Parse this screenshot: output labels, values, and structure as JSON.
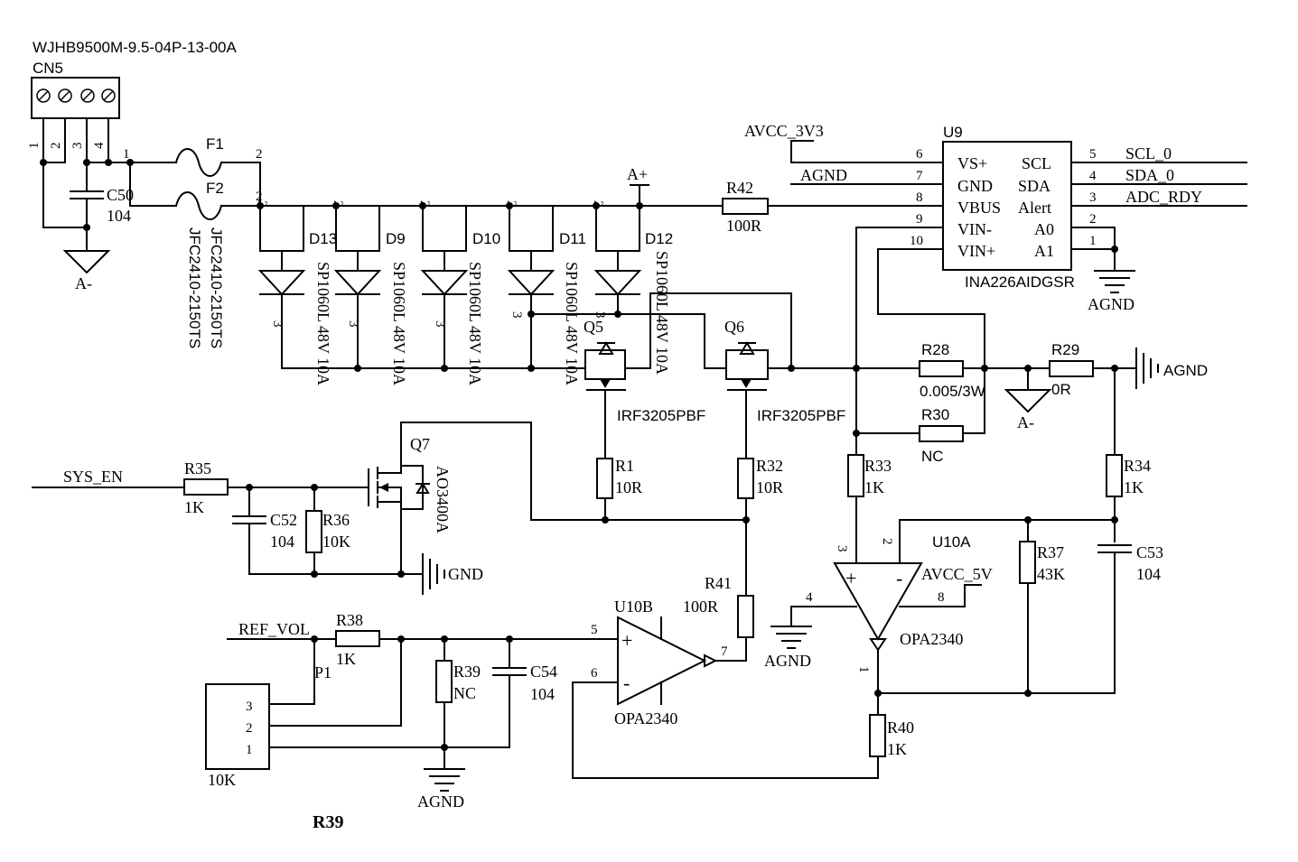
{
  "connector": {
    "part": "WJHB9500M-9.5-04P-13-00A",
    "ref": "CN5",
    "pins": [
      "1",
      "2",
      "3",
      "4"
    ]
  },
  "fuses": {
    "f1": "F1",
    "f2": "F2",
    "f1_part": "JFC2410-2150TS",
    "f2_part": "JFC2410-2150TS",
    "pin1": "1",
    "pin2a": "2",
    "pin2b": "2"
  },
  "cap_c50": {
    "ref": "C50",
    "value": "104"
  },
  "nets": {
    "a_minus_1": "A-",
    "a_minus_2": "A-",
    "a_plus": "A+",
    "avcc_3v3": "AVCC_3V3",
    "agnd_1": "AGND",
    "agnd_2": "AGND",
    "agnd_3": "AGND",
    "agnd_4": "AGND",
    "agnd_5": "AGND",
    "scl": "SCL_0",
    "sda": "SDA_0",
    "adc_rdy": "ADC_RDY",
    "sys_en": "SYS_EN",
    "gnd": "GND",
    "ref_vol": "REF_VOL",
    "avcc_5v": "AVCC_5V"
  },
  "diodes": [
    {
      "ref": "D13",
      "part": "SP1060L 48V 10A",
      "pin": "3"
    },
    {
      "ref": "D9",
      "part": "SP1060L 48V 10A",
      "pin": "3"
    },
    {
      "ref": "D10",
      "part": "SP1060L 48V 10A",
      "pin": "3"
    },
    {
      "ref": "D11",
      "part": "SP1060L 48V 10A",
      "pin": "3"
    },
    {
      "ref": "D12",
      "part": "SP1060L 48V 10A",
      "pin": "3"
    }
  ],
  "diode_pin2": "2",
  "u9": {
    "ref": "U9",
    "part": "INA226AIDGSR",
    "left_pins": [
      {
        "num": "6",
        "name": "VS+"
      },
      {
        "num": "7",
        "name": "GND"
      },
      {
        "num": "8",
        "name": "VBUS"
      },
      {
        "num": "9",
        "name": "VIN-"
      },
      {
        "num": "10",
        "name": "VIN+"
      }
    ],
    "right_pins": [
      {
        "num": "5",
        "name": "SCL"
      },
      {
        "num": "4",
        "name": "SDA"
      },
      {
        "num": "3",
        "name": "Alert"
      },
      {
        "num": "2",
        "name": "A0"
      },
      {
        "num": "1",
        "name": "A1"
      }
    ]
  },
  "r42": {
    "ref": "R42",
    "value": "100R"
  },
  "q5": {
    "ref": "Q5",
    "part": "IRF3205PBF"
  },
  "q6": {
    "ref": "Q6",
    "part": "IRF3205PBF"
  },
  "r28": {
    "ref": "R28",
    "value": "0.005/3W"
  },
  "r29": {
    "ref": "R29",
    "value": "0R"
  },
  "r30": {
    "ref": "R30",
    "value": "NC"
  },
  "r1": {
    "ref": "R1",
    "value": "10R"
  },
  "r32": {
    "ref": "R32",
    "value": "10R"
  },
  "r33": {
    "ref": "R33",
    "value": "1K"
  },
  "r34": {
    "ref": "R34",
    "value": "1K"
  },
  "q7": {
    "ref": "Q7",
    "part": "AO3400A"
  },
  "r35": {
    "ref": "R35",
    "value": "1K"
  },
  "c52": {
    "ref": "C52",
    "value": "104"
  },
  "r36": {
    "ref": "R36",
    "value": "10K"
  },
  "u10a": {
    "ref": "U10A",
    "part": "OPA2340",
    "pin_plus": "3",
    "pin_minus": "2",
    "pin_out": "1",
    "pin_gnd": "4",
    "pin_vcc": "8",
    "plus": "+",
    "minus": "-"
  },
  "r37": {
    "ref": "R37",
    "value": "43K"
  },
  "c53": {
    "ref": "C53",
    "value": "104"
  },
  "r41": {
    "ref": "R41",
    "value": "100R"
  },
  "u10b": {
    "ref": "U10B",
    "part": "OPA2340",
    "pin_plus": "5",
    "pin_minus": "6",
    "pin_out": "7",
    "plus": "+",
    "minus": "-"
  },
  "r38": {
    "ref": "R38",
    "value": "1K"
  },
  "r39": {
    "ref": "R39",
    "value": "NC"
  },
  "c54": {
    "ref": "C54",
    "value": "104"
  },
  "r40": {
    "ref": "R40",
    "value": "1K"
  },
  "pot": {
    "ref": "P1",
    "value": "10K",
    "pins": [
      "3",
      "2",
      "1"
    ]
  },
  "caption": "R39"
}
